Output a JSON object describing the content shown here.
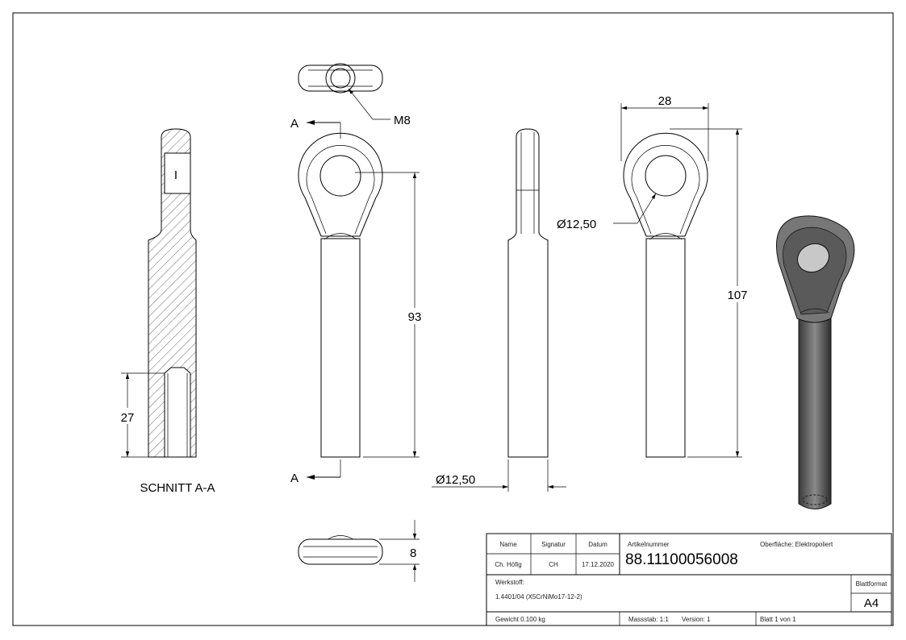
{
  "views": {
    "section_label": "SCHNITT A-A",
    "section_marker": "A",
    "section_marker_bottom": "A",
    "thread_label": "M8",
    "dim_thread_depth": "27",
    "dim_length_93": "93",
    "dim_length_107": "107",
    "dim_width_28": "28",
    "dim_hole_diameter": "Ø12,50",
    "dim_shaft_diameter": "Ø12,50",
    "dim_thickness": "8",
    "section_hole_mark": "I"
  },
  "title_block": {
    "name_header": "Name",
    "signatur_header": "Signatur",
    "datum_header": "Datum",
    "name": "Ch. Höfig",
    "signatur": "CH",
    "datum": "17.12.2020",
    "artikelnummer_label": "Artikelnummer",
    "artikelnummer": "88.11100056008",
    "oberflaeche": "Oberfläche:  Elektropoliert",
    "werkstoff_label": "Werkstoff:",
    "werkstoff": "1.4401/04 (X5CrNiMo17-12-2)",
    "blattformat_label": "Blattformat",
    "blattformat": "A4",
    "gewicht": "Gewicht 0.100 kg",
    "massstab": "Massstab: 1:1",
    "version": "Version: 1",
    "blatt": "Blatt 1 von 1"
  },
  "colors": {
    "line": "#000000",
    "render": "#6e6e6e"
  }
}
